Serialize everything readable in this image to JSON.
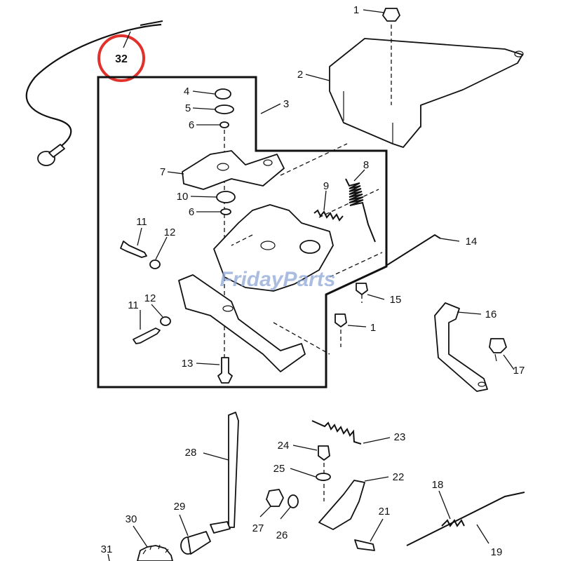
{
  "watermark": "FridayParts",
  "highlight": {
    "callout": "32",
    "ring_color": "#e0312b"
  },
  "callouts": {
    "c1a": "1",
    "c1b": "1",
    "c2": "2",
    "c3": "3",
    "c4": "4",
    "c5": "5",
    "c6a": "6",
    "c6b": "6",
    "c7": "7",
    "c8": "8",
    "c9": "9",
    "c10": "10",
    "c11a": "11",
    "c11b": "11",
    "c12a": "12",
    "c12b": "12",
    "c13": "13",
    "c14": "14",
    "c15": "15",
    "c16": "16",
    "c17": "17",
    "c18": "18",
    "c19": "19",
    "c21": "21",
    "c22": "22",
    "c23": "23",
    "c24": "24",
    "c25": "25",
    "c26": "26",
    "c27": "27",
    "c28": "28",
    "c29": "29",
    "c30": "30",
    "c31": "31"
  },
  "colors": {
    "line": "#111111",
    "background": "#ffffff",
    "watermark": "#8ea7d6"
  }
}
